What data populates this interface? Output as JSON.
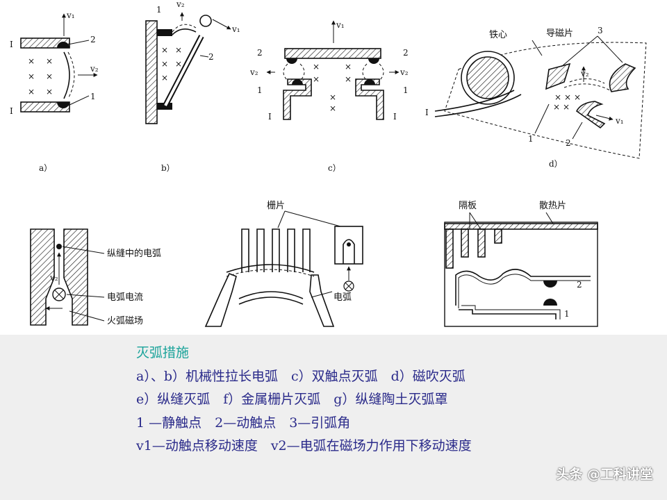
{
  "figure": {
    "labels": {
      "I": "I",
      "v1": "v₁",
      "v2": "v₂",
      "n1": "1",
      "n2": "2",
      "n3": "3",
      "x": "×",
      "iron_core": "铁心",
      "guide_plate": "导磁片",
      "arc_in_slot": "纵缝中的电弧",
      "arc_current": "电弧电流",
      "arc_field": "火弧磁场",
      "grid_plates": "栅片",
      "arc": "电弧",
      "partition": "隔板",
      "heat_sink": "散热片",
      "sub_a": "a）",
      "sub_b": "b）",
      "sub_c": "c）",
      "sub_d": "d）"
    }
  },
  "caption": {
    "title": "灭弧措施",
    "line1": "a）、b）机械性拉长电弧　c）双触点灭弧　d）磁吹灭弧",
    "line2": "e）纵缝灭弧　f）金属栅片灭弧　g）纵缝陶土灭弧罩",
    "line3": "1 —静触点　2—动触点　3—引弧角",
    "line4": "v1—动触点移动速度　v2—电弧在磁场力作用下移动速度"
  },
  "watermark": "头条 @工科讲堂",
  "colors": {
    "caption_title": "#1aa39a",
    "caption_text": "#2a2a8a",
    "panel_bg": "#efefef"
  }
}
